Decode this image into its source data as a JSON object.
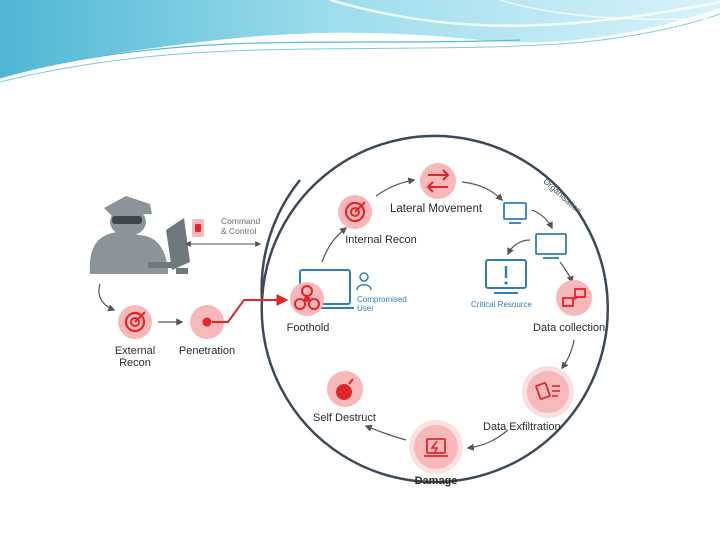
{
  "org_label": "Organisation",
  "command_control": {
    "line1": "Command",
    "line2": "& Control"
  },
  "compromised_user": {
    "line1": "Compromised",
    "line2": "User"
  },
  "critical_resource": "Critical Resource",
  "stages": {
    "external_recon": {
      "line1": "External",
      "line2": "Recon"
    },
    "penetration": "Penetration",
    "foothold": "Foothold",
    "internal_recon": "Internal Recon",
    "lateral_movement": "Lateral Movement",
    "data_collection": "Data collection",
    "data_exfiltration": "Data Exfiltration",
    "damage": "Damage",
    "self_destruct": "Self Destruct"
  },
  "colors": {
    "accent_red": "#e0262b",
    "icon_bg": "#f6b8b8",
    "circle_line": "#3c4a57",
    "arrow": "#555555",
    "screen_blue": "#2f7fb9",
    "banner_teal": "#8fd3e6"
  }
}
